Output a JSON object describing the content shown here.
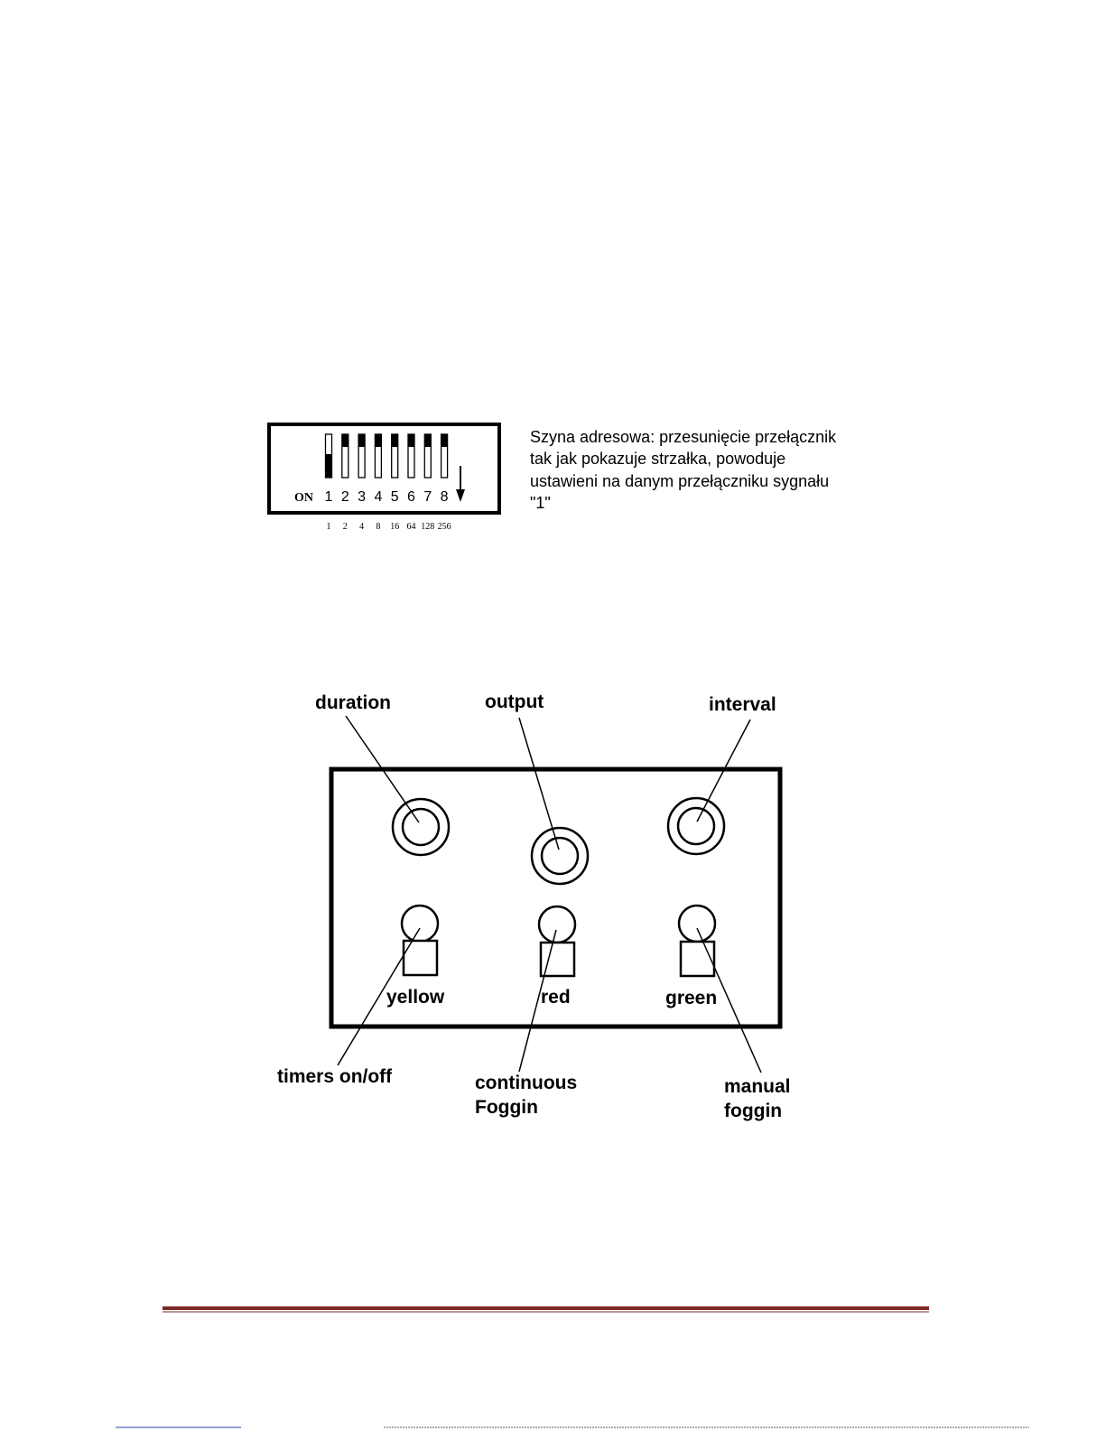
{
  "dip_switch": {
    "on_label": "ON",
    "switch_numbers": [
      "1",
      "2",
      "3",
      "4",
      "5",
      "6",
      "7",
      "8"
    ],
    "bit_values": [
      "1",
      "2",
      "4",
      "8",
      "16",
      "64",
      "128",
      "256"
    ],
    "switch_states": [
      "on",
      "off",
      "off",
      "off",
      "off",
      "off",
      "off",
      "off"
    ],
    "description_lines": [
      "Szyna adresowa: przesunięcie przełącznik",
      "tak jak pokazuje strzałka, powoduje",
      "ustawieni na danym przełączniku sygnału",
      "\"1\""
    ]
  },
  "panel": {
    "knob_labels": {
      "duration": "duration",
      "output": "output",
      "interval": "interval"
    },
    "led_labels": {
      "yellow": "yellow",
      "red": "red",
      "green": "green"
    },
    "switch_labels": {
      "timers": "timers on/off",
      "continuous_1": "continuous",
      "continuous_2": "Foggin",
      "manual_1": "manual",
      "manual_2": "foggin"
    }
  },
  "colors": {
    "footer_rule": "#7b2a25",
    "ink": "#000000"
  }
}
